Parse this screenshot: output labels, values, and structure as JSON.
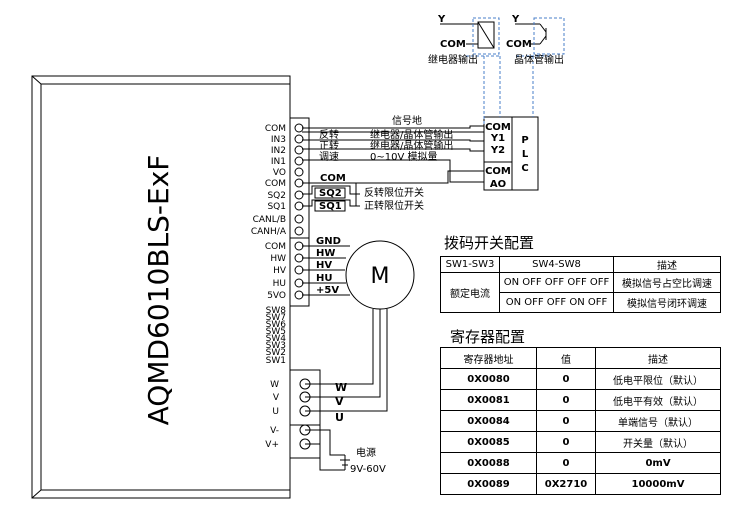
{
  "driver": {
    "model": "AQMD6010BLS-ExF",
    "pins": [
      "COM",
      "IN3",
      "IN2",
      "IN1",
      "VO",
      "COM",
      "SQ2",
      "SQ1",
      "CANL/B",
      "CANH/A",
      "COM",
      "HW",
      "HV",
      "HU",
      "5VO",
      "SW8",
      "SW7",
      "SW6",
      "SW5",
      "SW4",
      "SW3",
      "SW2",
      "SW1"
    ],
    "power_pins": [
      "W",
      "V",
      "U",
      "V-",
      "V+"
    ]
  },
  "signals": {
    "reverse": "反转",
    "forward": "正转",
    "speed": "调速",
    "signal_ground": "信号地",
    "relay_transistor_1": "继电器/晶体管输出",
    "relay_transistor_2": "继电器/晶体管输出",
    "analog": "0~10V 模拟量",
    "com": "COM",
    "sq2": "SQ2",
    "sq1": "SQ1",
    "rev_limit": "反转限位开关",
    "fwd_limit": "正转限位开关"
  },
  "plc": {
    "terminals": [
      "COM",
      "Y1",
      "Y2",
      "COM",
      "AO"
    ],
    "label": [
      "P",
      "L",
      "C"
    ]
  },
  "outputs": {
    "y": "Y",
    "com": "COM",
    "relay_label": "继电器输出",
    "transistor_label": "晶体管输出"
  },
  "motor": {
    "letter": "M",
    "wires": [
      "GND",
      "HW",
      "HV",
      "HU",
      "+5V"
    ],
    "phases": [
      "W",
      "V",
      "U"
    ]
  },
  "power": {
    "label": "电源",
    "range": "9V-60V"
  },
  "dip_config": {
    "title": "拨码开关配置",
    "headers": [
      "SW1-SW3",
      "SW4-SW8",
      "描述"
    ],
    "row_label": "额定电流",
    "rows": [
      {
        "switches": "ON OFF OFF OFF OFF",
        "desc": "模拟信号占空比调速"
      },
      {
        "switches": "ON OFF OFF ON  OFF",
        "desc": "模拟信号闭环调速"
      }
    ]
  },
  "register_config": {
    "title": "寄存器配置",
    "headers": [
      "寄存器地址",
      "值",
      "描述"
    ],
    "rows": [
      [
        "0X0080",
        "0",
        "低电平限位（默认）"
      ],
      [
        "0X0081",
        "0",
        "低电平有效（默认）"
      ],
      [
        "0X0084",
        "0",
        "单端信号（默认）"
      ],
      [
        "0X0085",
        "0",
        "开关量（默认）"
      ],
      [
        "0X0088",
        "0",
        "0mV"
      ],
      [
        "0X0089",
        "0X2710",
        "10000mV"
      ]
    ]
  }
}
